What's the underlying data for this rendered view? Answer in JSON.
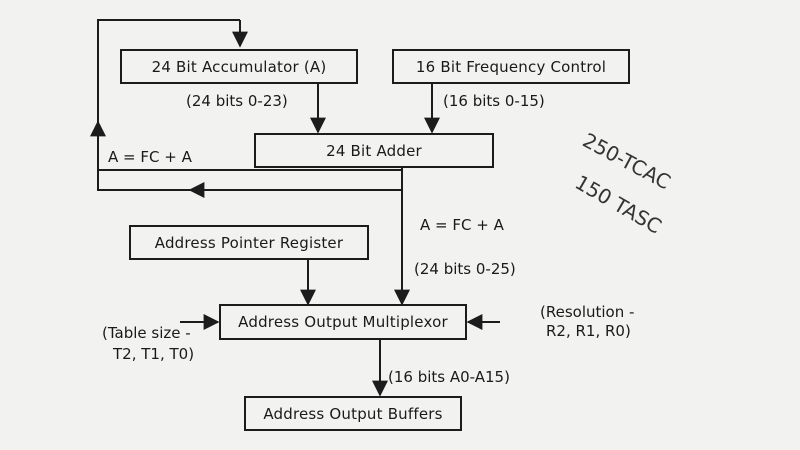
{
  "blocks": {
    "accumulator": "24 Bit Accumulator (A)",
    "frequency_control": "16 Bit Frequency Control",
    "adder": "24 Bit Adder",
    "address_pointer": "Address Pointer Register",
    "multiplexor": "Address Output Multiplexor",
    "buffers": "Address Output Buffers"
  },
  "labels": {
    "acc_bus": "(24 bits 0-23)",
    "fc_bus": "(16 bits 0-15)",
    "feedback_eq": "A = FC + A",
    "adder_out_eq": "A = FC + A",
    "adder_out_bus": "(24 bits 0-25)",
    "table_size_1": "(Table size -",
    "table_size_2": "T2, T1, T0)",
    "resolution_1": "(Resolution -",
    "resolution_2": "R2, R1, R0)",
    "mux_out_bus": "(16 bits A0-A15)"
  },
  "handwritten": {
    "line1": "250-TCAC",
    "line2": "150 TASC"
  }
}
